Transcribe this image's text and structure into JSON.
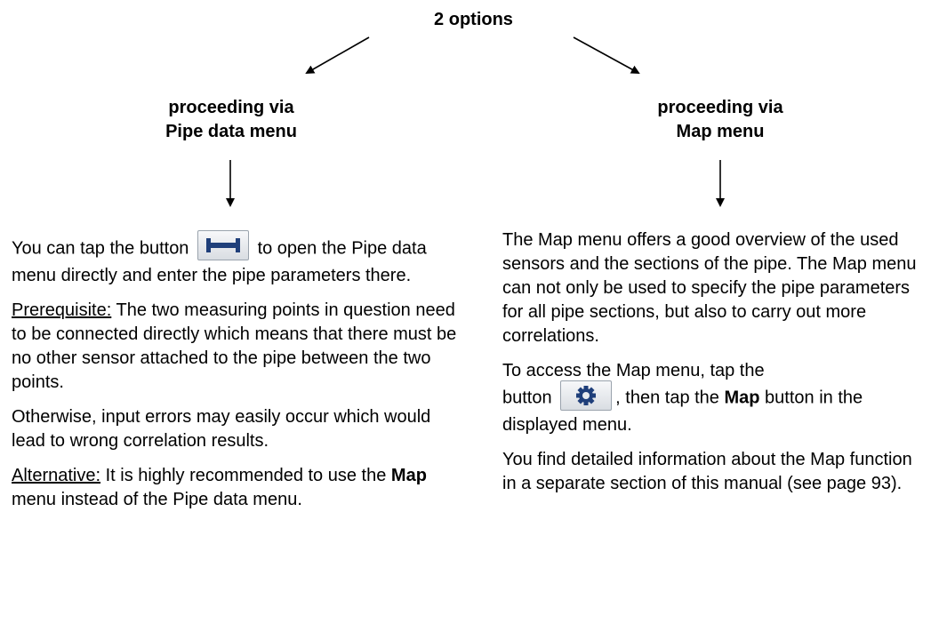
{
  "title": "2 options",
  "left": {
    "heading_line1": "proceeding via",
    "heading_line2": "Pipe data menu",
    "p1_before": "You can tap the button",
    "p1_after": "to open the Pipe data menu directly and enter the pipe parameters there.",
    "p2_label": "Prerequisite:",
    "p2_text": " The two measuring points in question need to be connected directly which means that there must be no other sensor attached to the pipe between the two points.",
    "p3_text": "Otherwise, input errors may easily occur which would lead to wrong correlation results.",
    "p4_label": "Alternative:",
    "p4_before": " It is highly recommended to use the ",
    "p4_bold": "Map",
    "p4_after": " menu instead of the Pipe data menu."
  },
  "right": {
    "heading_line1": "proceeding via",
    "heading_line2": "Map menu",
    "p1_text": "The Map menu offers a good overview of the used sensors and the sections of the pipe. The Map menu can not only be used to specify the pipe parameters for all pipe sections, but also to carry out more correlations.",
    "p2_line1": "To access the Map menu, tap the",
    "p2_button_word": "button",
    "p2_after_button": ", then tap the ",
    "p2_bold": "Map",
    "p2_end": " button in the displayed menu.",
    "p3_text": "You find detailed information about the Map function in a separate section of this manual (see page 93)."
  },
  "colors": {
    "icon_blue": "#1f3f7a",
    "button_border": "#9aa3ad"
  },
  "icons": {
    "pipe_button": "pipe-icon",
    "settings_button": "gear-icon"
  }
}
